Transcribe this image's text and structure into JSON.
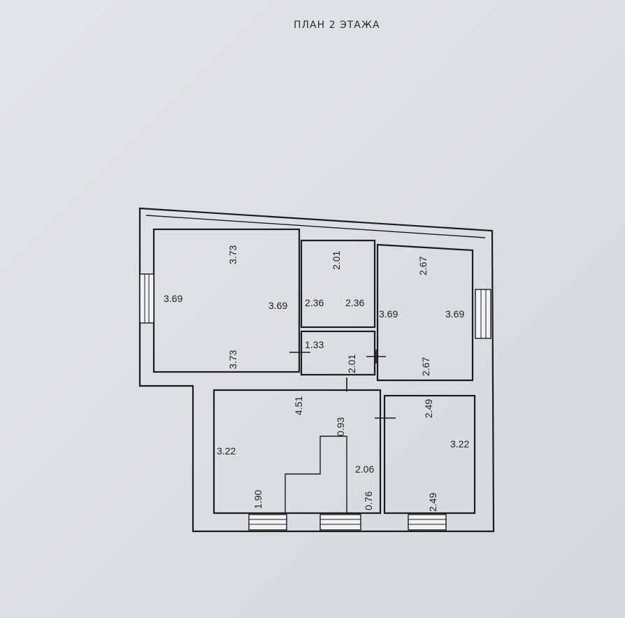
{
  "title": "ПЛАН 2 ЭТАЖА",
  "dimensions": {
    "room1_top": "3.73",
    "room1_left": "3.69",
    "room1_right": "3.69",
    "room1_bottom": "3.73",
    "room2_top": "2.01",
    "room2_left": "2.36",
    "room2_right": "2.36",
    "corridor_width": "1.33",
    "corridor_len": "2.01",
    "room3_top": "2.67",
    "room3_left": "3.69",
    "room3_right": "3.69",
    "room3_bottom": "2.67",
    "hall_top": "4.51",
    "hall_left": "3.22",
    "hall_stairs_top": "0.93",
    "hall_stairs_side": "2.06",
    "hall_bottom_left": "1.90",
    "hall_bottom_right": "0.76",
    "room4_top": "2.49",
    "room4_right": "3.22",
    "room4_bottom": "2.49"
  }
}
